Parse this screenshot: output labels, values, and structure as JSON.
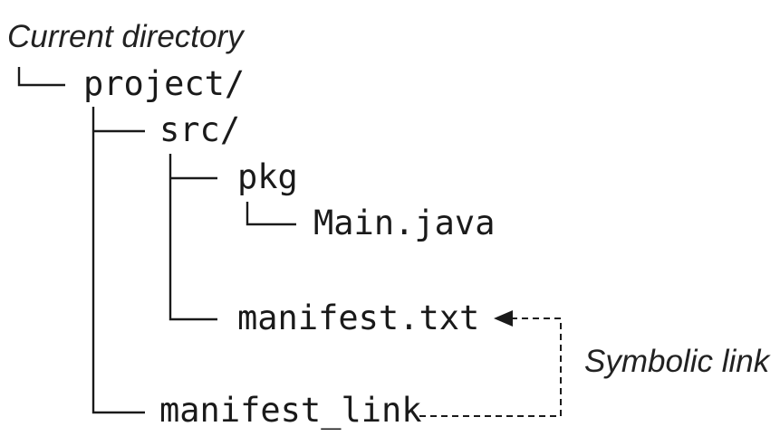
{
  "title": "Current directory",
  "tree": {
    "root": "project/",
    "src": "src/",
    "pkg": "pkg",
    "main": "Main.java",
    "manifest": "manifest.txt",
    "link": "manifest_link"
  },
  "annotation": "Symbolic link"
}
